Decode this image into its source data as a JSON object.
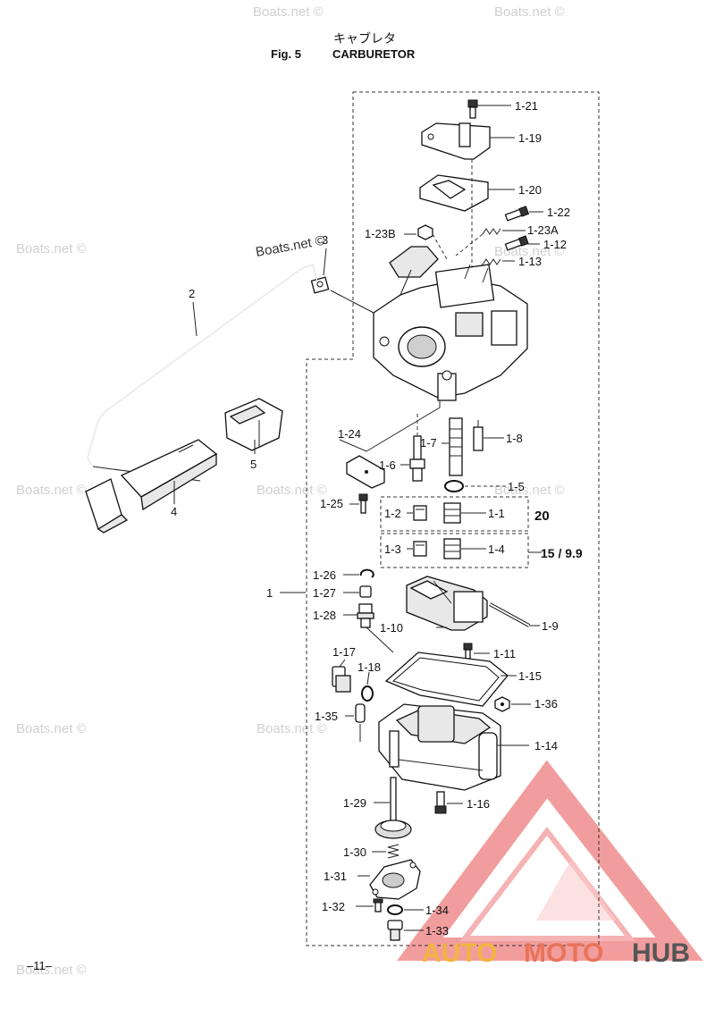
{
  "header": {
    "japanese_title": "キャブレタ",
    "fig_label": "Fig. 5",
    "title": "CARBURETOR"
  },
  "watermarks": [
    "Boats.net ©",
    "Boats.net ©",
    "Boats.net ©",
    "Boats.net ©",
    "Boats.net ©",
    "Boats.net ©",
    "Boats.net ©",
    "Boats.net ©",
    "Boats.net ©",
    "Boats.net ©",
    "Boats.net ©"
  ],
  "callouts": {
    "p1_21": "1-21",
    "p1_19": "1-19",
    "p1_20": "1-20",
    "p1_22": "1-22",
    "p1_23b": "1-23B",
    "p1_23a": "1-23A",
    "p1_12": "1-12",
    "p1_13": "1-13",
    "p3": "3",
    "p2": "2",
    "p4": "4",
    "p5": "5",
    "p1_24": "1-24",
    "p1_7": "1-7",
    "p1_8": "1-8",
    "p1_6": "1-6",
    "p1_5": "1-5",
    "p1_25": "1-25",
    "p1_2": "1-2",
    "p1_1": "1-1",
    "p1_3": "1-3",
    "p1_4": "1-4",
    "p1_26": "1-26",
    "p1": "1",
    "p1_27": "1-27",
    "p1_28": "1-28",
    "p1_10": "1-10",
    "p1_9": "1-9",
    "p1_11": "1-11",
    "p1_17": "1-17",
    "p1_18": "1-18",
    "p1_15": "1-15",
    "p1_36": "1-36",
    "p1_35": "1-35",
    "p1_14": "1-14",
    "p1_29": "1-29",
    "p1_16": "1-16",
    "p1_30": "1-30",
    "p1_31": "1-31",
    "p1_32": "1-32",
    "p1_34": "1-34",
    "p1_33": "1-33"
  },
  "model_labels": {
    "hp20": "20",
    "hp15_99": "15 / 9.9"
  },
  "page_number": "–11–",
  "logo": {
    "auto": "AUTO",
    "moto": "MOTO",
    "hub": "HUB",
    "color_auto": "#f2b441",
    "color_moto": "#e8735a",
    "color_hub": "#555555",
    "triangle": "#f08080"
  }
}
